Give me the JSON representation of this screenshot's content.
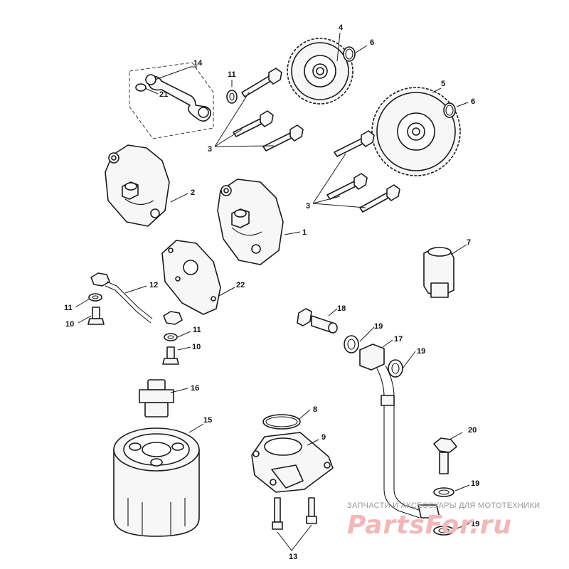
{
  "diagram": {
    "callouts": {
      "p1": "1",
      "p2": "2",
      "p3a": "3",
      "p3b": "3",
      "p4": "4",
      "p5": "5",
      "p6a": "6",
      "p6b": "6",
      "p7": "7",
      "p8": "8",
      "p9": "9",
      "p10a": "10",
      "p10b": "10",
      "p11a": "11",
      "p11b": "11",
      "p11c": "11",
      "p12": "12",
      "p13": "13",
      "p14": "14",
      "p15": "15",
      "p16": "16",
      "p17": "17",
      "p18": "18",
      "p19a": "19",
      "p19b": "19",
      "p19c": "19",
      "p19d": "19",
      "p20": "20",
      "p21": "21",
      "p22": "22"
    }
  },
  "watermark": {
    "tagline": "ЗАПЧАСТИ И АКСЕССУАРЫ ДЛЯ МОТОТЕХНИКИ",
    "logo": "PartsFor.ru",
    "logo_color": "#f2b8b8"
  }
}
